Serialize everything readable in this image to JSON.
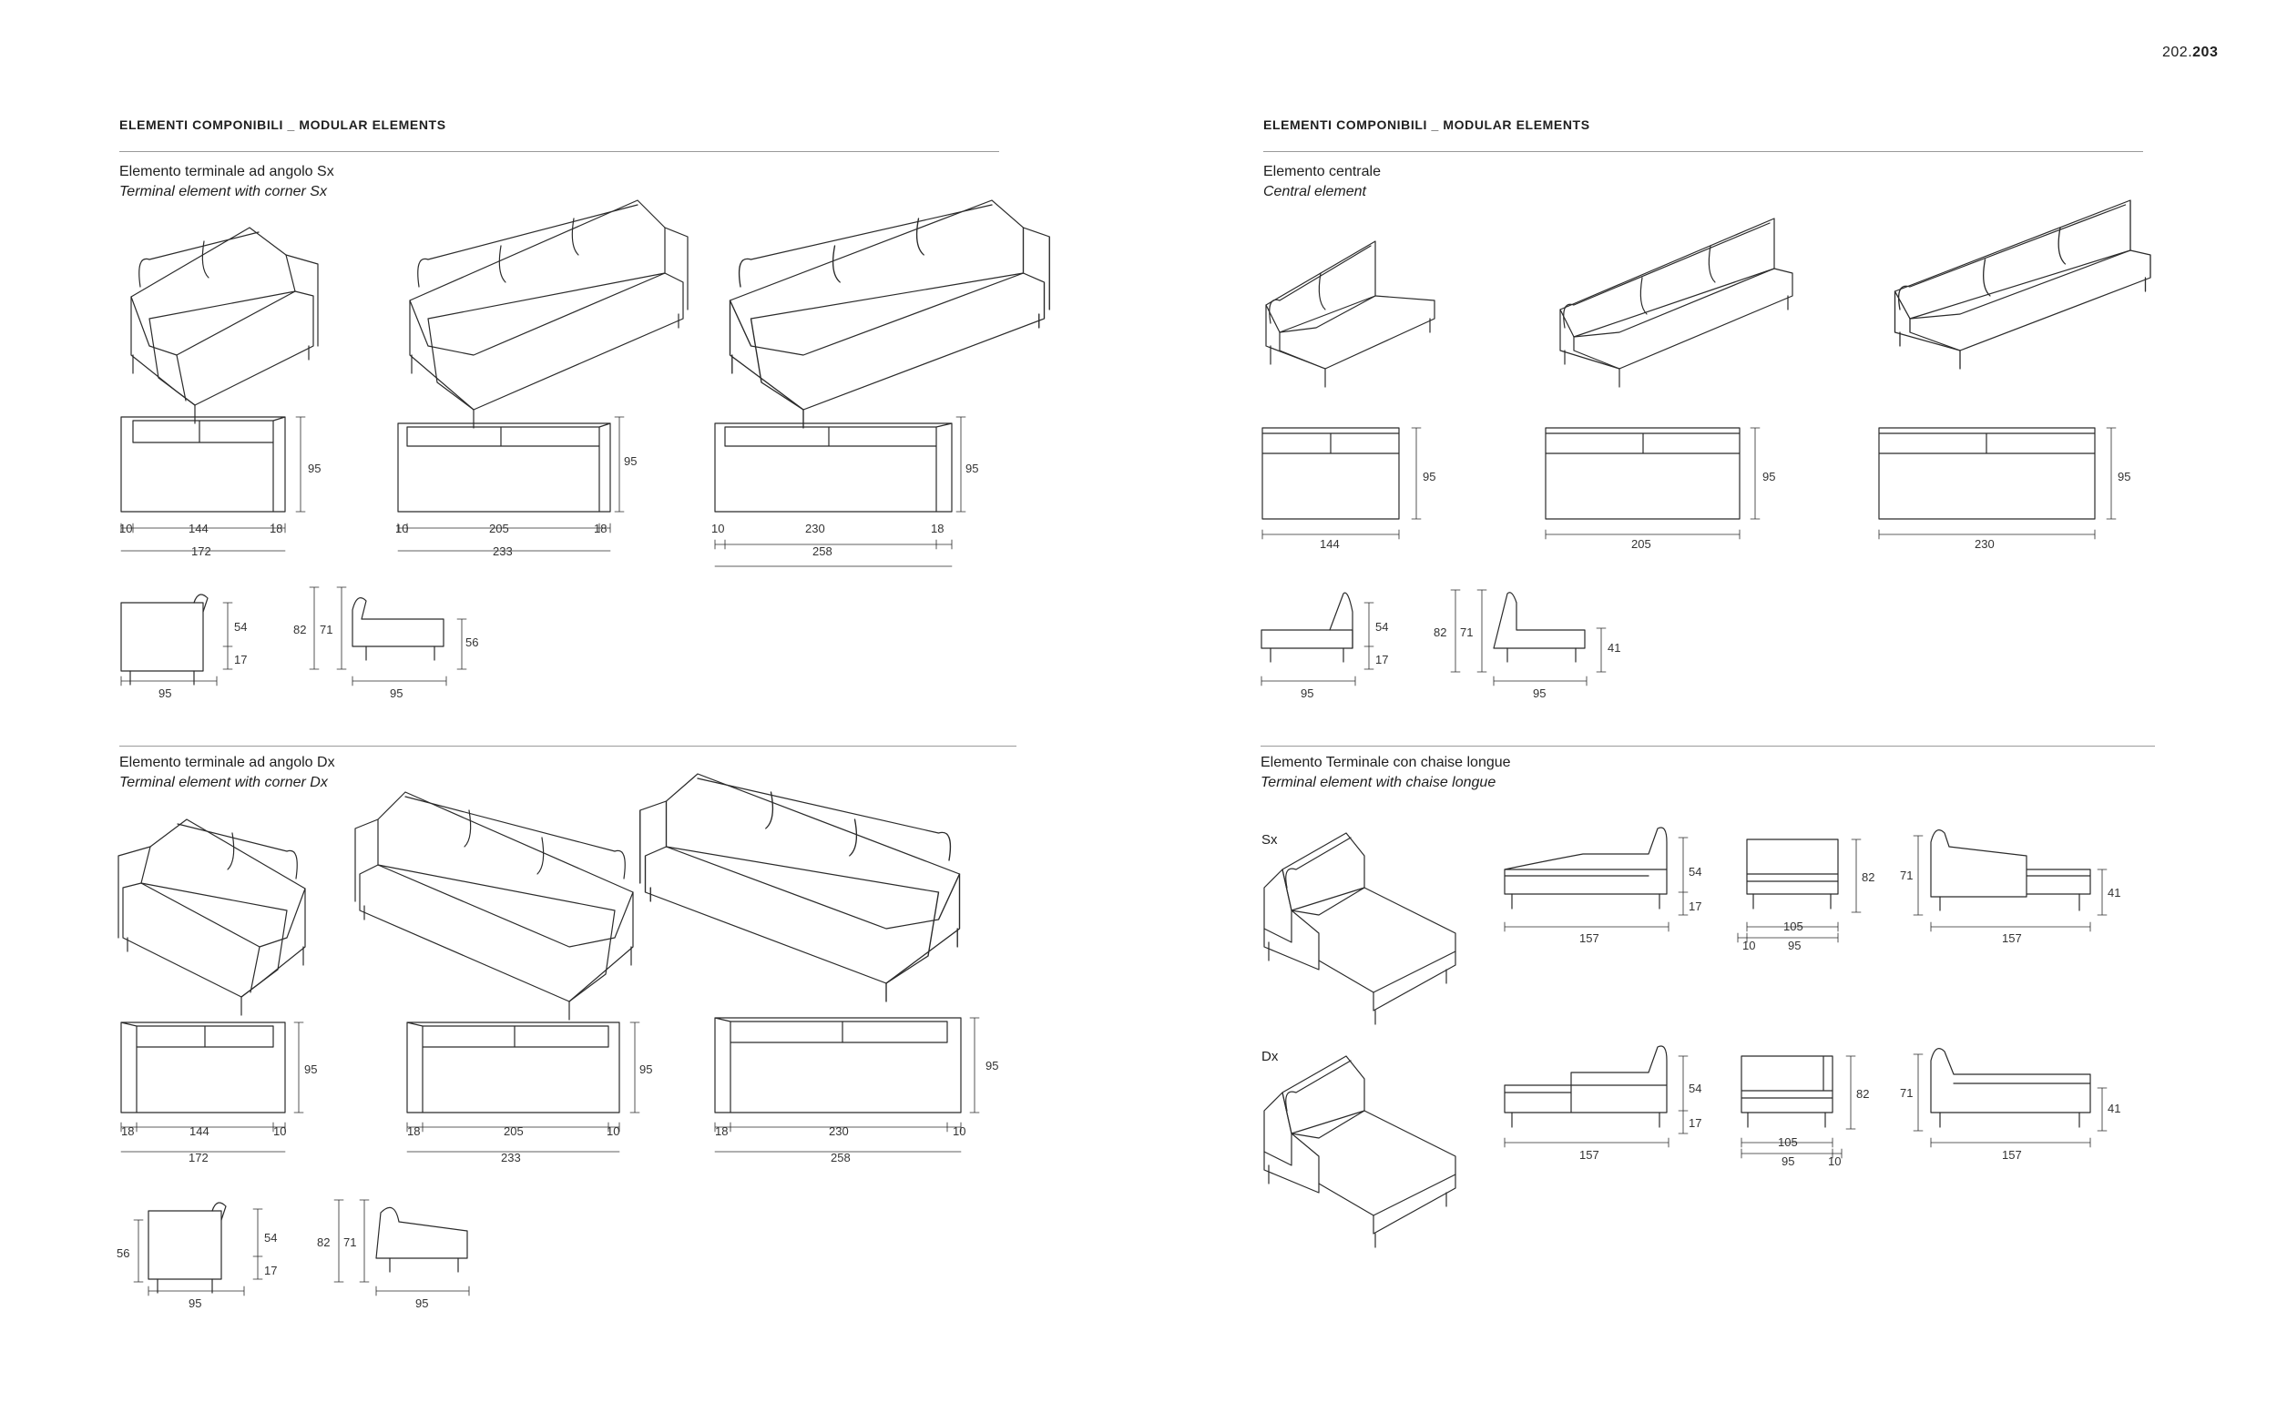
{
  "page_number": {
    "prefix": "202.",
    "current": "203"
  },
  "left_page": {
    "header": "ELEMENTI COMPONIBILI _ MODULAR ELEMENTS",
    "section_sx": {
      "title_it": "Elemento terminale ad angolo Sx",
      "title_en": "Terminal element with corner Sx"
    },
    "section_dx": {
      "title_it": "Elemento terminale ad angolo Dx",
      "title_en": "Terminal element with corner Dx"
    }
  },
  "right_page": {
    "header": "ELEMENTI COMPONIBILI _ MODULAR ELEMENTS",
    "section_central": {
      "title_it": "Elemento centrale",
      "title_en": "Central element"
    },
    "section_chaise": {
      "title_it": "Elemento Terminale con chaise longue",
      "title_en": "Terminal element with chaise longue",
      "label_sx": "Sx",
      "label_dx": "Dx"
    }
  },
  "dims": {
    "front_height": "95",
    "sx": [
      {
        "a": "10",
        "b": "144",
        "c": "18",
        "total": "172"
      },
      {
        "a": "10",
        "b": "205",
        "c": "18",
        "total": "233"
      },
      {
        "a": "10",
        "b": "230",
        "c": "18",
        "total": "258"
      }
    ],
    "dx": [
      {
        "a": "18",
        "b": "144",
        "c": "10",
        "total": "172"
      },
      {
        "a": "18",
        "b": "205",
        "c": "10",
        "total": "233"
      },
      {
        "a": "18",
        "b": "230",
        "c": "10",
        "total": "258"
      }
    ],
    "central": [
      "144",
      "205",
      "230"
    ],
    "side_depth": "95",
    "arm_height": "54",
    "seat_height": "17",
    "total_height": "82",
    "back_height": "71",
    "arm_side_height": "56",
    "central_seat_height": "41",
    "chaise_length": "157",
    "chaise_width": "105",
    "chaise_arm_width": "10",
    "chaise_seat_depth": "95"
  }
}
